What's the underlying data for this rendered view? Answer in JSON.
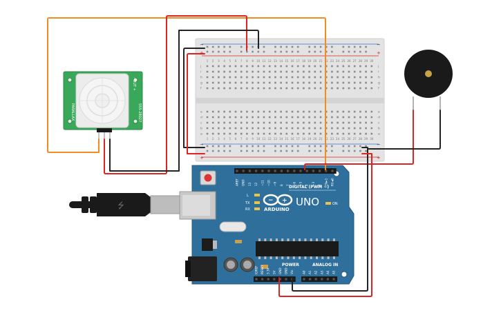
{
  "pir_sensor": {
    "part_label": "555-28027",
    "pins_label": "- OUT +",
    "brand": "PARALLAX"
  },
  "breadboard": {
    "row_letters_top": [
      "j",
      "i",
      "h",
      "g",
      "f"
    ],
    "row_letters_bottom": [
      "e",
      "d",
      "c",
      "b",
      "a"
    ],
    "column_numbers": [
      "1",
      "2",
      "3",
      "4",
      "5",
      "6",
      "7",
      "8",
      "9",
      "10",
      "11",
      "12",
      "13",
      "14",
      "15",
      "16",
      "17",
      "18",
      "19",
      "20",
      "21",
      "22",
      "23",
      "24",
      "25",
      "26",
      "27",
      "28",
      "29",
      "30"
    ],
    "rail_minus": "−",
    "rail_plus": "+"
  },
  "arduino": {
    "brand": "ARDUINO",
    "model": "UNO",
    "on_label": "ON",
    "l_label": "L",
    "tx_label": "TX",
    "rx_label": "RX",
    "digital_label": "DIGITAL (PWM ~)",
    "power_label": "POWER",
    "analog_label": "ANALOG IN",
    "top_pin_labels": [
      "AREF",
      "GND",
      "13",
      "12",
      "~11",
      "~10",
      "~9",
      "8",
      "7",
      "~6",
      "~5",
      "4",
      "~3",
      "2",
      "TX►1",
      "RX◄0"
    ],
    "power_pin_labels": [
      "IOREF",
      "RESET",
      "3.3V",
      "5V",
      "GND",
      "GND",
      "Vin"
    ],
    "analog_pin_labels": [
      "A0",
      "A1",
      "A2",
      "A3",
      "A4",
      "A5"
    ]
  },
  "colors": {
    "wire_orange": "#f08c1e",
    "wire_red": "#dd2222",
    "wire_black": "#222222",
    "arduino_blue": "#2f6f9b",
    "pir_green": "#3aa85a",
    "breadboard": "#e4e4e4"
  }
}
